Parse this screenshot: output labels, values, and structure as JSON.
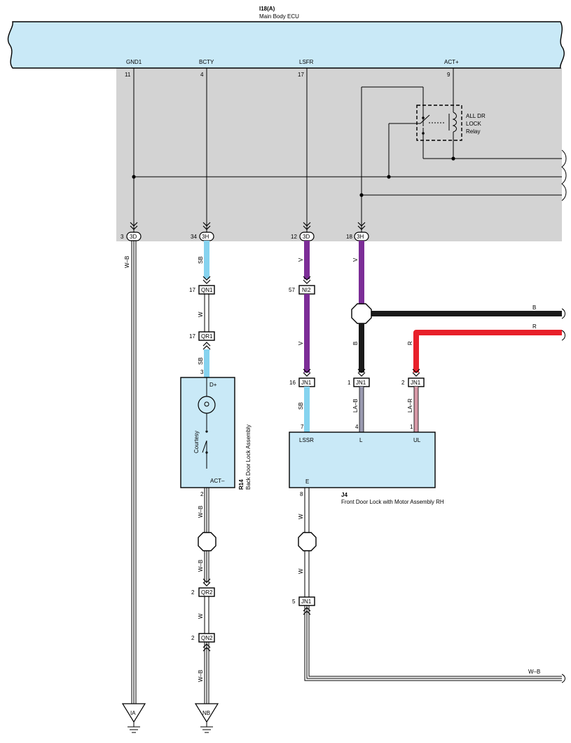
{
  "ecu": {
    "code": "I18(A)",
    "name": "Main Body ECU"
  },
  "terminals": [
    {
      "name": "GND1",
      "pin": "11"
    },
    {
      "name": "BCTY",
      "pin": "4"
    },
    {
      "name": "LSFR",
      "pin": "17"
    },
    {
      "name": "ACT+",
      "pin": "9"
    }
  ],
  "relay": {
    "line1": "ALL DR",
    "line2": "LOCK",
    "line3": "Relay"
  },
  "ecu_connectors": [
    {
      "pin": "3",
      "code": "3D"
    },
    {
      "pin": "34",
      "code": "3H"
    },
    {
      "pin": "12",
      "code": "3D"
    },
    {
      "pin": "18",
      "code": "3H"
    }
  ],
  "inline_connectors": [
    {
      "pin": "17",
      "code": "QN1"
    },
    {
      "pin": "17",
      "code": "QR1"
    },
    {
      "pin": "57",
      "code": "NI2"
    },
    {
      "pin": "16",
      "code": "JN1"
    },
    {
      "pin": "1",
      "code": "JN1"
    },
    {
      "pin": "2",
      "code": "JN1"
    },
    {
      "pin": "2",
      "code": "QR2"
    },
    {
      "pin": "2",
      "code": "QN2"
    },
    {
      "pin": "5",
      "code": "JN1"
    }
  ],
  "wire_colors": {
    "gnd": "W–B",
    "bcty_upper": "SB",
    "bcty_mid": "W",
    "bcty_lower": "SB",
    "lsfr_upper": "V",
    "lsfr_mid": "V",
    "lsfr_lower": "SB",
    "act_upper": "V",
    "act_lower": "B",
    "act_splice": "B",
    "red_right": "R",
    "red_down": "R",
    "la_b": "LA–B",
    "la_r": "LA–R",
    "bd_gnd1": "W–B",
    "bd_gnd2": "W–B",
    "bd_gnd3": "W",
    "bd_gnd4": "W–B",
    "fd_gnd1": "W",
    "fd_gnd2": "W",
    "fd_gnd3": "W–B"
  },
  "back_door": {
    "code": "R14",
    "name": "Back Door Lock Assembly",
    "pin_top": "3",
    "term_top": "D+",
    "switch_label": "Courtesy",
    "term_bottom": "ACT–",
    "pin_bottom": "2"
  },
  "front_door": {
    "code": "J4",
    "name": "Front Door Lock with Motor Assembly RH",
    "terminals": [
      {
        "name": "LSSR",
        "pin": "7"
      },
      {
        "name": "L",
        "pin": "4"
      },
      {
        "name": "UL",
        "pin": "1"
      }
    ],
    "bottom_term": "E",
    "bottom_pin": "8"
  },
  "grounds": [
    {
      "label": "IA"
    },
    {
      "label": "NB"
    }
  ],
  "colors": {
    "ecu_fill": "#c9e9f7",
    "shade": "#d3d3d3",
    "violet": "#7c2d97",
    "sky": "#86d3ef",
    "black": "#1a1a1a",
    "red": "#e8202a",
    "la_b": "#9a9ab0",
    "la_r": "#d89aa8"
  }
}
